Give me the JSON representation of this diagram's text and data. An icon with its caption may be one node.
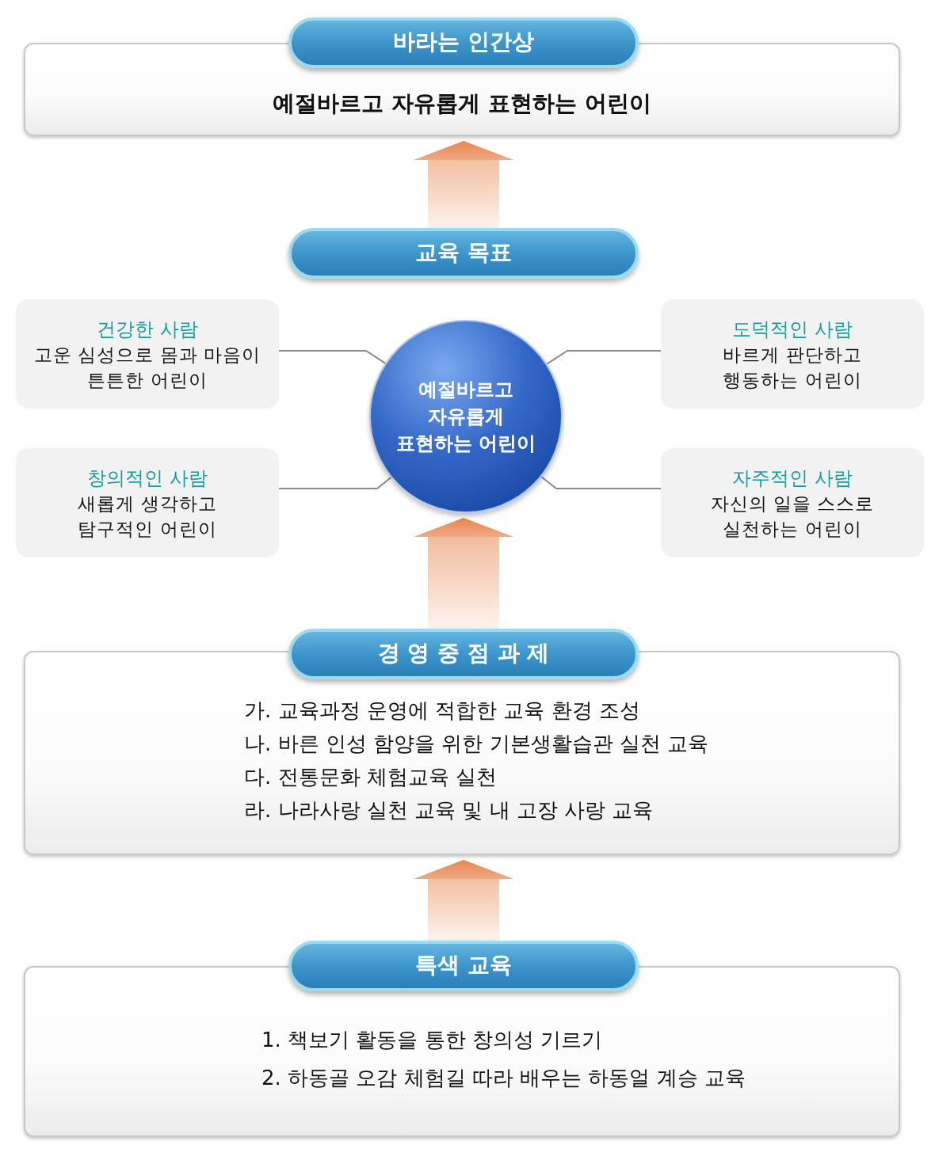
{
  "diagram": {
    "nodes": [
      {
        "text": [
          "바라는 인간상"
        ]
      },
      {
        "text": [
          "예절바르고 자유롭게 표현하는 어린이"
        ]
      },
      {
        "text": [
          "교육 목표"
        ]
      },
      {
        "text": [
          "건강한 사람",
          "고운 심성으로 몸과 마음이 튼튼한 어린이"
        ]
      },
      {
        "text": [
          "도덕적인 사람",
          "바르게 판단하고 행동하는 어린이"
        ]
      },
      {
        "text": [
          "예절바르고 자유롭게 표현하는 어린이"
        ]
      },
      {
        "text": [
          "창의적인 사람",
          "새롭게 생각하고 탐구적인 어린이"
        ]
      },
      {
        "text": [
          "자주적인 사람",
          "자신의 일을 스스로 실천하는 어린이"
        ]
      },
      {
        "text": [
          "경 영 중 점 과 제"
        ]
      },
      {
        "text": [
          "가. 교육과정 운영에 적합한 교육 환경 조성",
          "나. 바른 인성 함양을 위한 기본생활습관 실천 교육",
          "다. 전통문화 체험교육 실천",
          "라. 나라사랑 실천 교육 및 내 고장 사랑 교육"
        ]
      },
      {
        "text": [
          "특색 교육"
        ]
      },
      {
        "text": [
          "1. 책보기 활동을 통한 창의성 기르기",
          "2. 하동골 오감 체험길 따라 배우는 하동얼 계승 교육"
        ]
      }
    ],
    "edges": [
      {
        "from": 2,
        "to": 1,
        "arrow": "to",
        "style": "thick",
        "color": "#e8864e"
      },
      {
        "from": 5,
        "to": 3,
        "arrow": "none"
      },
      {
        "from": 5,
        "to": 4,
        "arrow": "none"
      },
      {
        "from": 5,
        "to": 6,
        "arrow": "none"
      },
      {
        "from": 5,
        "to": 7,
        "arrow": "none"
      },
      {
        "from": 8,
        "to": 5,
        "arrow": "to",
        "style": "thick",
        "color": "#e8864e"
      },
      {
        "from": 10,
        "to": 9,
        "arrow": "to",
        "style": "thick",
        "color": "#e8864e"
      }
    ]
  }
}
